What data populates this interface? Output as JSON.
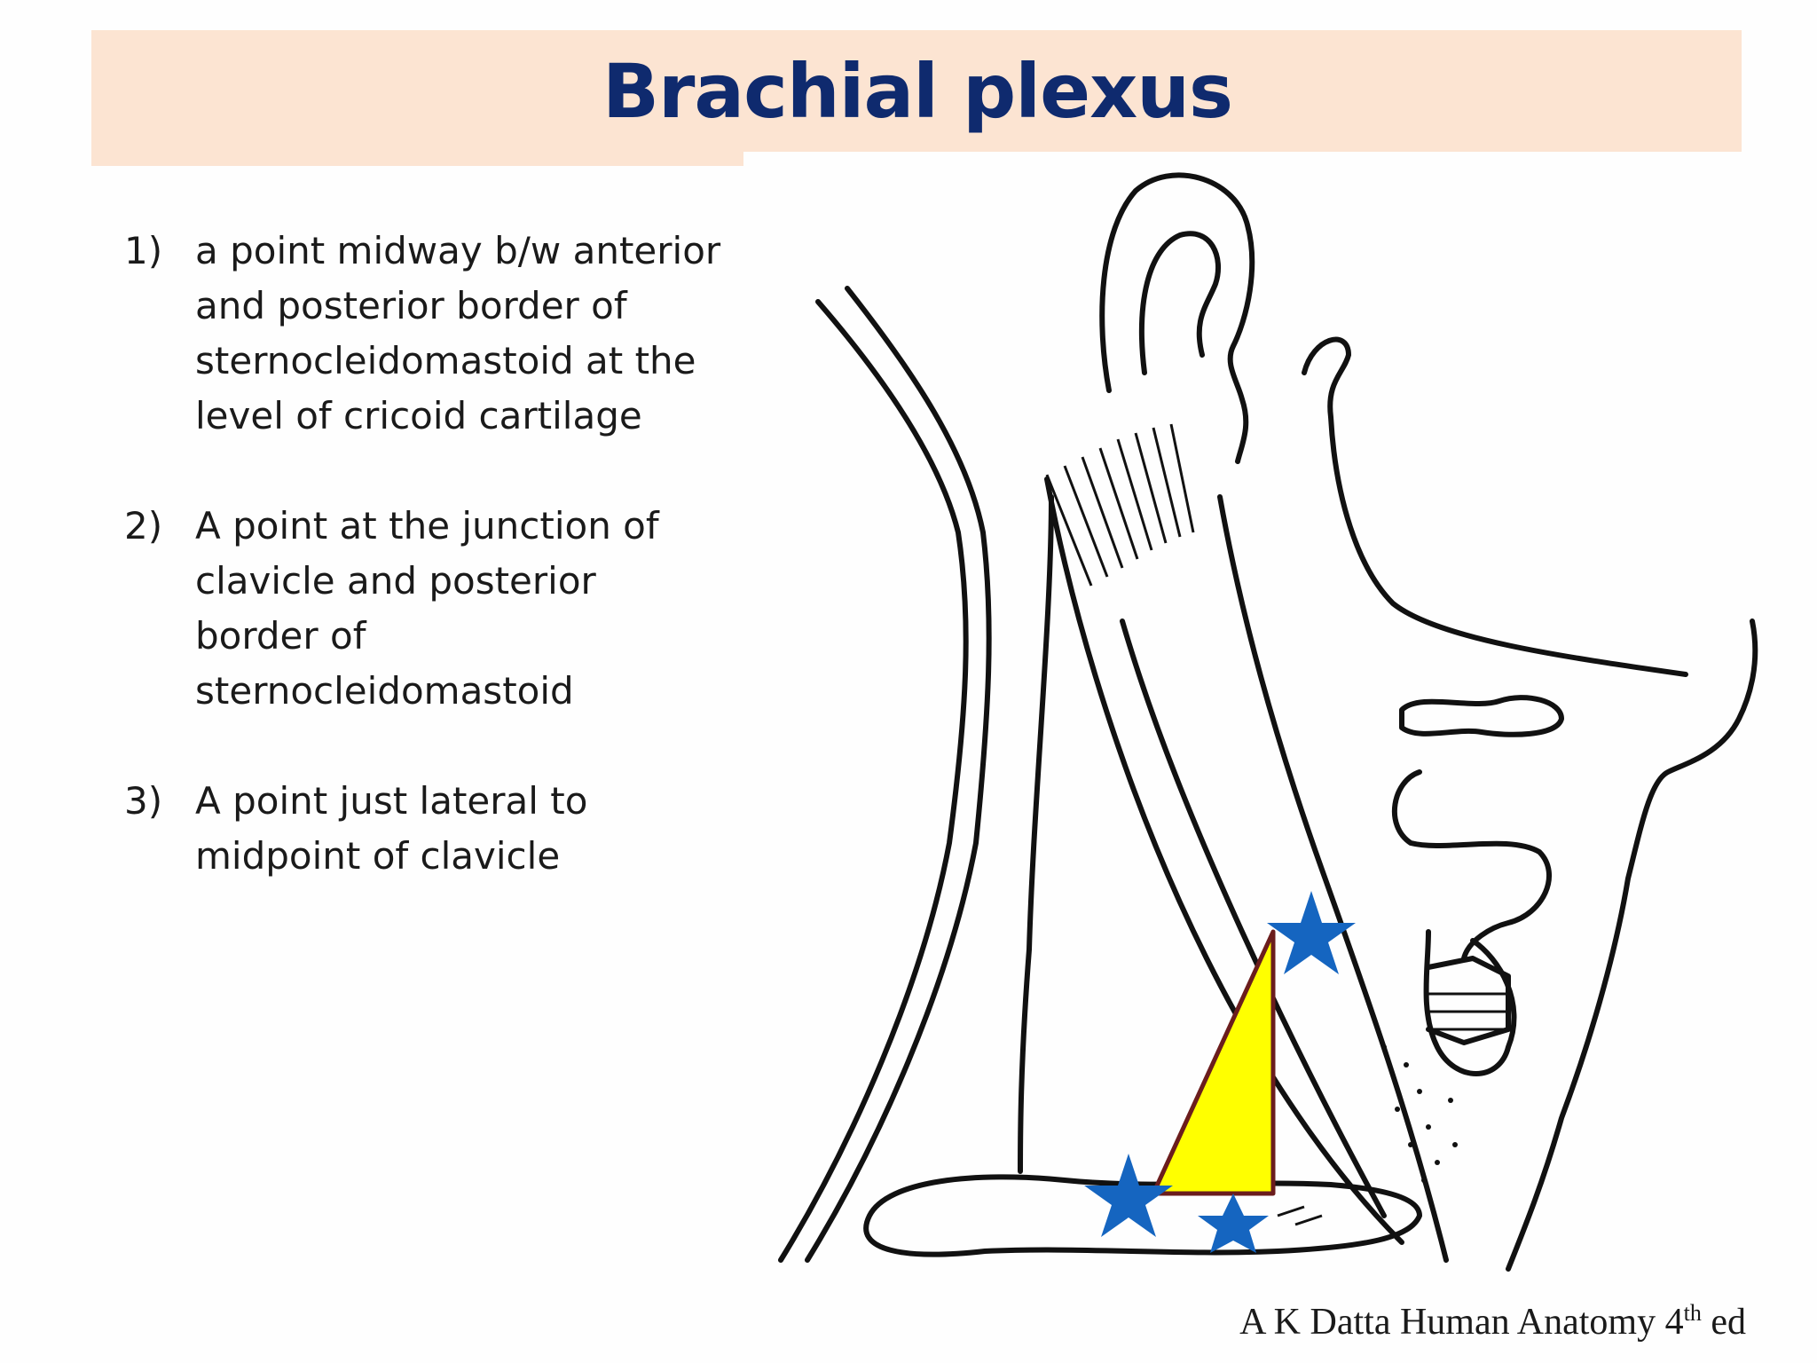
{
  "title": "Brachial plexus",
  "points": [
    {
      "number": "1)",
      "text": "a point midway b/w anterior and posterior border of sternocleidomastoid at the level of cricoid cartilage"
    },
    {
      "number": "2)",
      "text": "A point at the junction of clavicle and posterior border of sternocleidomastoid"
    },
    {
      "number": "3)",
      "text": "A point just lateral to midpoint of clavicle"
    }
  ],
  "citation": {
    "main": "A K Datta  Human Anatomy 4",
    "superscript": "th",
    "suffix": " ed"
  },
  "figure": {
    "star_color": "#1565c0",
    "triangle_fill": "#ffff00",
    "triangle_stroke": "#6b1d1d",
    "line_color": "#111111"
  }
}
